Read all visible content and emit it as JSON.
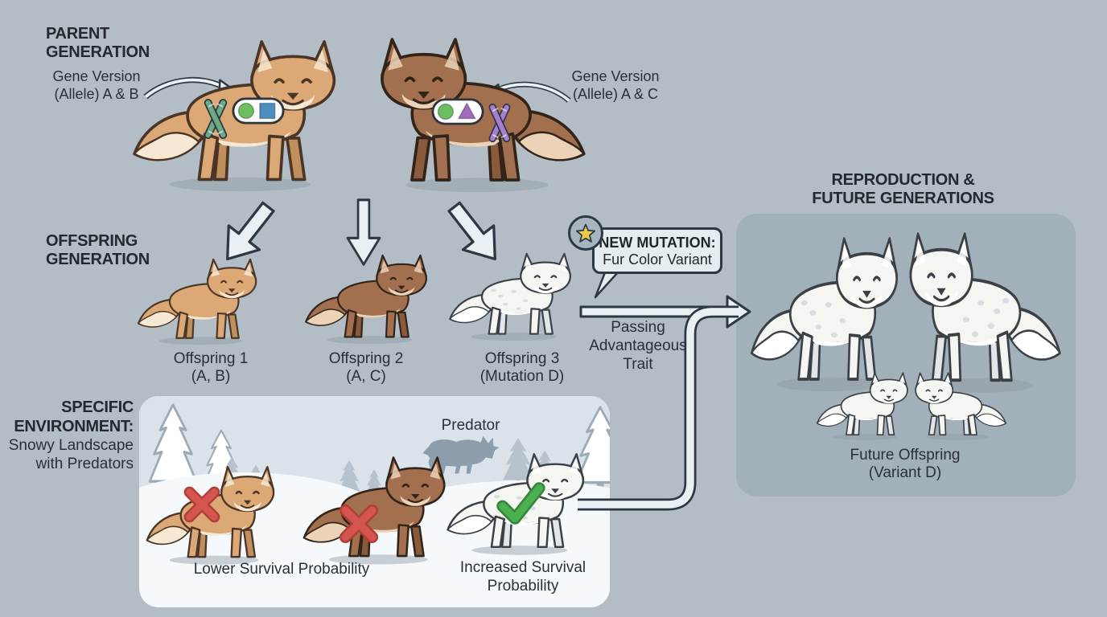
{
  "colors": {
    "background": "#b2bdc5",
    "panel": "#a2b0ba",
    "env_box": "#f6f9fb",
    "env_sky": "#dbe3ea",
    "heading": "#24292e",
    "text": "#2a3036",
    "arrow_fill": "#e9f0f4",
    "arrow_stroke": "#2c3944",
    "bubble_fill": "#e6edf1",
    "badge_circle": "#a6b5c0",
    "star": "#f2c84d",
    "red_x": "#d4564e",
    "red_x_dark": "#b03f37",
    "green_check": "#4caf50",
    "green_check_dark": "#35853a",
    "chromosome_green": "#6cab84",
    "chromosome_purple": "#a77fd0",
    "allele_green": "#6cbf61",
    "allele_blue": "#4a8fc0",
    "allele_purple": "#a06cc0",
    "tree_solid": "#b6c2cc",
    "tree_white": "#ffffff",
    "tree_outline": "#9dabb6",
    "predator": "#8d9dab",
    "shadow": "#8e9ba5",
    "fox": {
      "light": {
        "body": "#dca876",
        "belly": "#f6e8d2",
        "shade": "#c08f5e",
        "outline": "#4a3526",
        "spots": "#e8c9a4"
      },
      "dark": {
        "body": "#a2704e",
        "belly": "#ecd2b6",
        "shade": "#8a5a3c",
        "outline": "#33241a",
        "spots": "#b98a66"
      },
      "white": {
        "body": "#f5f5f2",
        "belly": "#ffffff",
        "shade": "#e2e6e8",
        "outline": "#3a4046",
        "spots": "#d8dde2"
      }
    }
  },
  "parent": {
    "title": "PARENT\nGENERATION",
    "left_gene_label": "Gene Version\n(Allele) A & B",
    "right_gene_label": "Gene Version\n(Allele) A & C"
  },
  "offspring": {
    "title": "OFFSPRING\nGENERATION",
    "items": [
      {
        "name": "Offspring 1",
        "alleles": "(A, B)"
      },
      {
        "name": "Offspring 2",
        "alleles": "(A, C)"
      },
      {
        "name": "Offspring 3",
        "alleles": "(Mutation D)"
      }
    ]
  },
  "mutation": {
    "title": "NEW MUTATION:",
    "subtitle": "Fur Color Variant"
  },
  "passing_label": "Passing\nAdvantageous\nTrait",
  "reproduction": {
    "title": "REPRODUCTION &\nFUTURE GENERATIONS",
    "future_label": "Future Offspring\n(Variant D)"
  },
  "environment": {
    "label_bold": "SPECIFIC\nENVIRONMENT:",
    "label_regular": "Snowy Landscape\nwith Predators",
    "predator_label": "Predator",
    "lower_label": "Lower Survival Probability",
    "increased_label": "Increased Survival\nProbability"
  }
}
